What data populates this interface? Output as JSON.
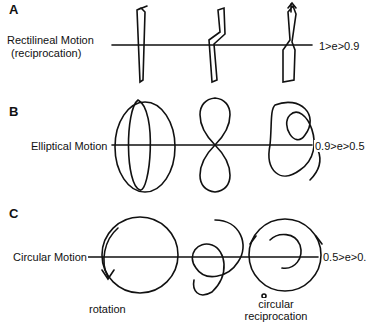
{
  "diagram": {
    "labels": [
      "A",
      "Rectilineal Motion",
      "(reciprocation)",
      "1>e>0.9",
      "B",
      "Elliptical Motion",
      "0.9>e>0.5",
      "C",
      "Circular Motion",
      "0.5>e>0.",
      "rotation",
      "circular reciprocation"
    ]
  }
}
